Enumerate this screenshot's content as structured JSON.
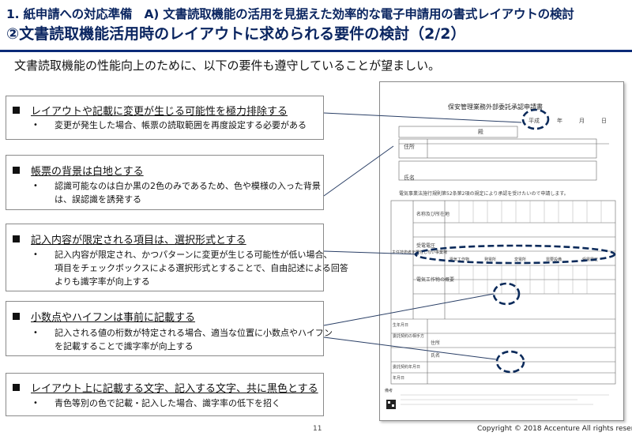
{
  "header": {
    "section": "1. 紙申請への対応準備　A) 文書読取機能の活用を見据えた効率的な電子申請用の書式レイアウトの検討",
    "title": "②文書読取機能活用時のレイアウトに求められる要件の検討（2/2）"
  },
  "intro": "文書読取機能の性能向上のために、以下の要件も遵守していることが望ましい。",
  "requirements": [
    {
      "heading": "レイアウトや記載に変更が生じる可能性を極力排除する",
      "body": [
        "変更が発生した場合、帳票の読取範囲を再度設定する必要がある"
      ]
    },
    {
      "heading": "帳票の背景は白地とする",
      "body": [
        "認識可能なのは白か黒の2色のみであるため、色や模様の入った背景",
        "は、誤認識を誘発する"
      ]
    },
    {
      "heading": "記入内容が限定される項目は、選択形式とする",
      "body": [
        "記入内容が限定され、かつパターンに変更が生じる可能性が低い場合、",
        "項目をチェックボックスによる選択形式とすることで、自由記述による回答",
        "よりも識字率が向上する"
      ]
    },
    {
      "heading": "小数点やハイフンは事前に記載する",
      "body": [
        "記入される値の桁数が特定される場合、適当な位置に小数点やハイフン",
        "を記載することで識字率が向上する"
      ]
    },
    {
      "heading": "レイアウト上に記載する文字、記入する文字、共に黒色とする",
      "body": [
        "青色等別の色で記載・記入した場合、識字率の低下を招く"
      ]
    }
  ],
  "bullet": "•",
  "form": {
    "title": "保安管理業務外部委託承認申請書",
    "era": "平成",
    "date": [
      "年",
      "月",
      "日"
    ],
    "addressee": "殿",
    "address_label": "住所",
    "name_label": "氏名",
    "statement": "電気事業法施行規則第52条第2項の規定により承認を受けたいので申請します。",
    "labels": [
      "名称及び所在地",
      "主任技術者を選任しない事業場",
      "受電電圧",
      "電気工作物の概要",
      "委託契約の相手方",
      "住所",
      "氏名",
      "生年月日",
      "委託契約年月日",
      "年月日"
    ],
    "options": [
      "電気工作物",
      "発電所",
      "変電所",
      "需要設備",
      "受電電圧"
    ],
    "note": "備考"
  },
  "footer": {
    "page": "11",
    "copyright": "Copyright © 2018  Accenture  All rights reserved"
  }
}
